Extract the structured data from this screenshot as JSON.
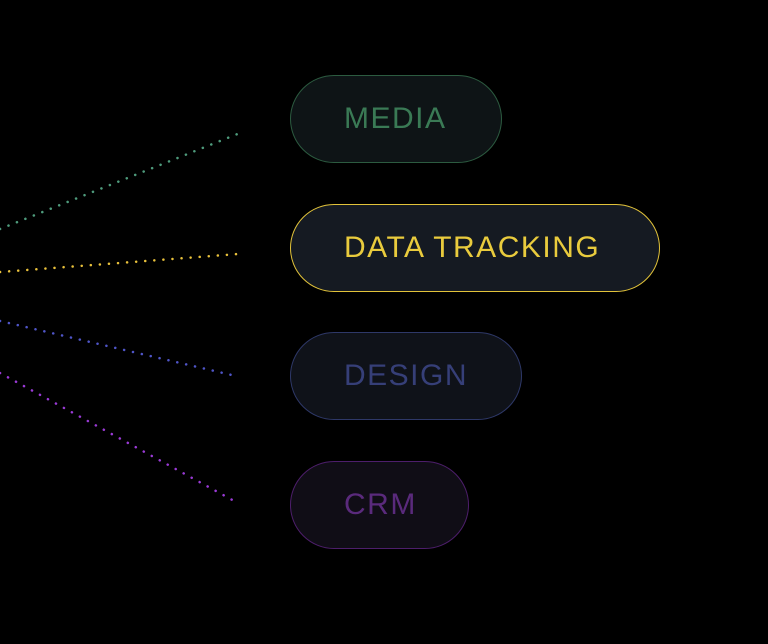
{
  "categories": [
    {
      "id": "media",
      "label": "MEDIA",
      "color": "#3a7a55",
      "line_color": "#4e9b7c",
      "state": "inactive"
    },
    {
      "id": "data-tracking",
      "label": "DATA TRACKING",
      "color": "#e9cb3d",
      "line_color": "#e9c13b",
      "state": "active"
    },
    {
      "id": "design",
      "label": "DESIGN",
      "color": "#363f78",
      "line_color": "#4f55c8",
      "state": "inactive"
    },
    {
      "id": "crm",
      "label": "CRM",
      "color": "#5a2a7c",
      "line_color": "#9a3ad6",
      "state": "inactive"
    }
  ]
}
